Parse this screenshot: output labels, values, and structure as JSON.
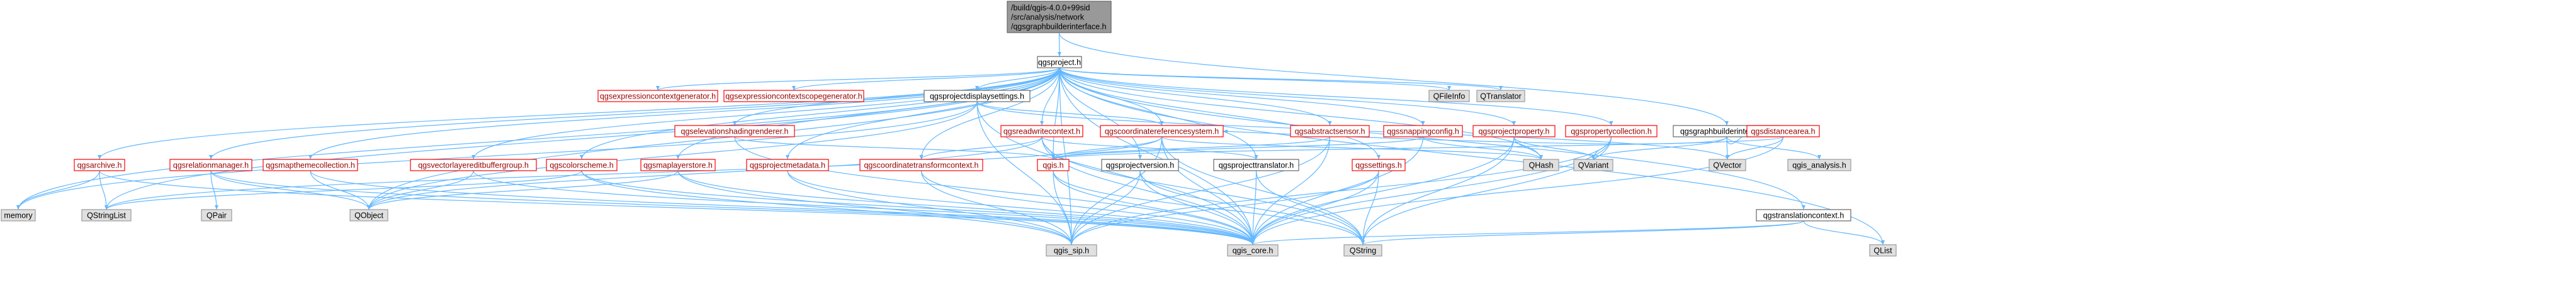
{
  "colors": {
    "root_fill": "#999999",
    "root_stroke": "#666666",
    "root_text": "#000000",
    "internal_fill": "#ffffff",
    "internal_stroke": "#ff0000",
    "internal_text": "#9a0000",
    "plain_fill": "#ffffff",
    "plain_stroke": "#666666",
    "plain_text": "#000000",
    "external_fill": "#e0e0e0",
    "external_stroke": "#999999",
    "external_text": "#000000",
    "edge": "#63b8ff"
  },
  "nodes": [
    {
      "id": "root",
      "kind": "root",
      "lines": [
        "/build/qgis-4.0.0+99sid",
        "/src/analysis/network",
        "/qgsgraphbuilderinterface.h"
      ]
    },
    {
      "id": "qgsproject",
      "kind": "plain",
      "lines": [
        "qgsproject.h"
      ]
    },
    {
      "id": "qgsgraphbuilderinterface",
      "kind": "plain",
      "lines": [
        "qgsgraphbuilderinterface.h"
      ]
    },
    {
      "id": "qgsexpressioncontextgenerator",
      "kind": "internal",
      "lines": [
        "qgsexpressioncontextgenerator.h"
      ]
    },
    {
      "id": "qgsexpressioncontextscopegenerator",
      "kind": "internal",
      "lines": [
        "qgsexpressioncontextscopegenerator.h"
      ]
    },
    {
      "id": "qgsprojectdisplaysettings",
      "kind": "plain",
      "lines": [
        "qgsprojectdisplaysettings.h"
      ]
    },
    {
      "id": "qfileinfo",
      "kind": "external",
      "lines": [
        "QFileInfo"
      ]
    },
    {
      "id": "qtranslator",
      "kind": "external",
      "lines": [
        "QTranslator"
      ]
    },
    {
      "id": "qgis_analysis",
      "kind": "external",
      "lines": [
        "qgis_analysis.h"
      ]
    },
    {
      "id": "qgsreadwritecontext",
      "kind": "internal",
      "lines": [
        "qgsreadwritecontext.h"
      ]
    },
    {
      "id": "qgscoordinatereferencesystem",
      "kind": "internal",
      "lines": [
        "qgscoordinatereferencesystem.h"
      ]
    },
    {
      "id": "qgsabstractsensor",
      "kind": "internal",
      "lines": [
        "qgsabstractsensor.h"
      ]
    },
    {
      "id": "qgssnappingconfig",
      "kind": "internal",
      "lines": [
        "qgssnappingconfig.h"
      ]
    },
    {
      "id": "qgsprojectproperty",
      "kind": "internal",
      "lines": [
        "qgsprojectproperty.h"
      ]
    },
    {
      "id": "qgspropertycollection",
      "kind": "internal",
      "lines": [
        "qgspropertycollection.h"
      ]
    },
    {
      "id": "qgsdistancearea",
      "kind": "internal",
      "lines": [
        "qgsdistancearea.h"
      ]
    },
    {
      "id": "qgselevationshadingrenderer",
      "kind": "internal",
      "lines": [
        "qgselevationshadingrenderer.h"
      ]
    },
    {
      "id": "qgsarchive",
      "kind": "internal",
      "lines": [
        "qgsarchive.h"
      ]
    },
    {
      "id": "qgsrelationmanager",
      "kind": "internal",
      "lines": [
        "qgsrelationmanager.h"
      ]
    },
    {
      "id": "qgsmapthemecollection",
      "kind": "internal",
      "lines": [
        "qgsmapthemecollection.h"
      ]
    },
    {
      "id": "qgsvectorlayereditbuffergroup",
      "kind": "internal",
      "lines": [
        "qgsvectorlayereditbuffergroup.h"
      ]
    },
    {
      "id": "qgscolorscheme",
      "kind": "internal",
      "lines": [
        "qgscolorscheme.h"
      ]
    },
    {
      "id": "qgsmaplayerstore",
      "kind": "internal",
      "lines": [
        "qgsmaplayerstore.h"
      ]
    },
    {
      "id": "qgsprojectmetadata",
      "kind": "internal",
      "lines": [
        "qgsprojectmetadata.h"
      ]
    },
    {
      "id": "qgscoordinatetransformcontext",
      "kind": "internal",
      "lines": [
        "qgscoordinatetransformcontext.h"
      ]
    },
    {
      "id": "qgis",
      "kind": "internal",
      "lines": [
        "qgis.h"
      ]
    },
    {
      "id": "qgsprojectversion",
      "kind": "plain",
      "lines": [
        "qgsprojectversion.h"
      ]
    },
    {
      "id": "qgsprojecttranslator",
      "kind": "plain",
      "lines": [
        "qgsprojecttranslator.h"
      ]
    },
    {
      "id": "qgssettings",
      "kind": "internal",
      "lines": [
        "qgssettings.h"
      ]
    },
    {
      "id": "qhash",
      "kind": "external",
      "lines": [
        "QHash"
      ]
    },
    {
      "id": "qvariant",
      "kind": "external",
      "lines": [
        "QVariant"
      ]
    },
    {
      "id": "qvector",
      "kind": "external",
      "lines": [
        "QVector"
      ]
    },
    {
      "id": "qgstranslationcontext",
      "kind": "plain",
      "lines": [
        "qgstranslationcontext.h"
      ]
    },
    {
      "id": "memory",
      "kind": "external",
      "lines": [
        "memory"
      ]
    },
    {
      "id": "qstringlist",
      "kind": "external",
      "lines": [
        "QStringList"
      ]
    },
    {
      "id": "qpair",
      "kind": "external",
      "lines": [
        "QPair"
      ]
    },
    {
      "id": "qobject",
      "kind": "external",
      "lines": [
        "QObject"
      ]
    },
    {
      "id": "qgis_sip",
      "kind": "external",
      "lines": [
        "qgis_sip.h"
      ]
    },
    {
      "id": "qgis_core",
      "kind": "external",
      "lines": [
        "qgis_core.h"
      ]
    },
    {
      "id": "qstring",
      "kind": "external",
      "lines": [
        "QString"
      ]
    },
    {
      "id": "qlist",
      "kind": "external",
      "lines": [
        "QList"
      ]
    }
  ],
  "edges": [
    [
      "root",
      "qgsproject"
    ],
    [
      "root",
      "qgsgraphbuilderinterface"
    ],
    [
      "qgsgraphbuilderinterface",
      "qgis_analysis"
    ],
    [
      "qgsgraphbuilderinterface",
      "qgscoordinatereferencesystem"
    ],
    [
      "qgsgraphbuilderinterface",
      "qgsdistancearea"
    ],
    [
      "qgsgraphbuilderinterface",
      "qvariant"
    ],
    [
      "qgsgraphbuilderinterface",
      "qvector"
    ],
    [
      "qgsproject",
      "qgsexpressioncontextgenerator"
    ],
    [
      "qgsproject",
      "qgsexpressioncontextscopegenerator"
    ],
    [
      "qgsproject",
      "qgsprojectdisplaysettings"
    ],
    [
      "qgsproject",
      "qfileinfo"
    ],
    [
      "qgsproject",
      "qtranslator"
    ],
    [
      "qgsproject",
      "qgsreadwritecontext"
    ],
    [
      "qgsproject",
      "qgscoordinatereferencesystem"
    ],
    [
      "qgsproject",
      "qgsabstractsensor"
    ],
    [
      "qgsproject",
      "qgssnappingconfig"
    ],
    [
      "qgsproject",
      "qgsprojectproperty"
    ],
    [
      "qgsproject",
      "qgspropertycollection"
    ],
    [
      "qgsproject",
      "qgselevationshadingrenderer"
    ],
    [
      "qgsproject",
      "qgsarchive"
    ],
    [
      "qgsproject",
      "qgsrelationmanager"
    ],
    [
      "qgsproject",
      "qgsmapthemecollection"
    ],
    [
      "qgsproject",
      "qgsvectorlayereditbuffergroup"
    ],
    [
      "qgsproject",
      "qgscolorscheme"
    ],
    [
      "qgsproject",
      "qgsmaplayerstore"
    ],
    [
      "qgsproject",
      "qgsprojectmetadata"
    ],
    [
      "qgsproject",
      "qgscoordinatetransformcontext"
    ],
    [
      "qgsproject",
      "qgis"
    ],
    [
      "qgsproject",
      "qgsprojectversion"
    ],
    [
      "qgsproject",
      "qgsprojecttranslator"
    ],
    [
      "qgsproject",
      "qgssettings"
    ],
    [
      "qgsproject",
      "qhash"
    ],
    [
      "qgsproject",
      "qgstranslationcontext"
    ],
    [
      "qgsproject",
      "memory"
    ],
    [
      "qgsproject",
      "qstringlist"
    ],
    [
      "qgsproject",
      "qobject"
    ],
    [
      "qgsproject",
      "qgis_sip"
    ],
    [
      "qgsproject",
      "qgis_core"
    ],
    [
      "qgsproject",
      "qlist"
    ],
    [
      "qgsprojectdisplaysettings",
      "qgscoordinatereferencesystem"
    ],
    [
      "qgsprojectdisplaysettings",
      "qobject"
    ],
    [
      "qgsprojectdisplaysettings",
      "qgis_sip"
    ],
    [
      "qgsprojectdisplaysettings",
      "qgis_core"
    ],
    [
      "qgsprojectdisplaysettings",
      "memory"
    ],
    [
      "qgsprojectdisplaysettings",
      "qvector"
    ],
    [
      "qgsreadwritecontext",
      "qgscoordinatetransformcontext"
    ],
    [
      "qgsreadwritecontext",
      "qgis"
    ],
    [
      "qgsreadwritecontext",
      "qgsprojecttranslator"
    ],
    [
      "qgsreadwritecontext",
      "qgis_core"
    ],
    [
      "qgsreadwritecontext",
      "qstring"
    ],
    [
      "qgsreadwritecontext",
      "qobject"
    ],
    [
      "qgscoordinatereferencesystem",
      "qgis"
    ],
    [
      "qgscoordinatereferencesystem",
      "qstring"
    ],
    [
      "qgscoordinatereferencesystem",
      "qgis_core"
    ],
    [
      "qgscoordinatereferencesystem",
      "qstringlist"
    ],
    [
      "qgscoordinatereferencesystem",
      "qhash"
    ],
    [
      "qgscoordinatereferencesystem",
      "qgis_sip"
    ],
    [
      "qgsabstractsensor",
      "qgis"
    ],
    [
      "qgsabstractsensor",
      "qgis_core"
    ],
    [
      "qgsabstractsensor",
      "qgis_sip"
    ],
    [
      "qgssnappingconfig",
      "qgis"
    ],
    [
      "qgssnappingconfig",
      "qgis_core"
    ],
    [
      "qgssnappingconfig",
      "qhash"
    ],
    [
      "qgsprojectproperty",
      "qhash"
    ],
    [
      "qgsprojectproperty",
      "qvariant"
    ],
    [
      "qgsprojectproperty",
      "qgis_core"
    ],
    [
      "qgsprojectproperty",
      "qstring"
    ],
    [
      "qgspropertycollection",
      "qvariant"
    ],
    [
      "qgspropertycollection",
      "qgis_core"
    ],
    [
      "qgspropertycollection",
      "qgis_sip"
    ],
    [
      "qgspropertycollection",
      "qstring"
    ],
    [
      "qgsdistancearea",
      "qvector"
    ],
    [
      "qgsdistancearea",
      "qgis_core"
    ],
    [
      "qgsdistancearea",
      "qgis"
    ],
    [
      "qgselevationshadingrenderer",
      "qgis"
    ],
    [
      "qgselevationshadingrenderer",
      "qgis_core"
    ],
    [
      "qgsarchive",
      "qgis_core"
    ],
    [
      "qgsarchive",
      "memory"
    ],
    [
      "qgsarchive",
      "qstringlist"
    ],
    [
      "qgsrelationmanager",
      "qgis_core"
    ],
    [
      "qgsrelationmanager",
      "qpair"
    ],
    [
      "qgsrelationmanager",
      "qobject"
    ],
    [
      "qgsmapthemecollection",
      "qgis_core"
    ],
    [
      "qgsmapthemecollection",
      "qobject"
    ],
    [
      "qgsvectorlayereditbuffergroup",
      "qgis_core"
    ],
    [
      "qgsvectorlayereditbuffergroup",
      "qobject"
    ],
    [
      "qgscolorscheme",
      "qgis_core"
    ],
    [
      "qgscolorscheme",
      "qgis_sip"
    ],
    [
      "qgscolorscheme",
      "qstringlist"
    ],
    [
      "qgsmaplayerstore",
      "qgis_core"
    ],
    [
      "qgsmaplayerstore",
      "qgis_sip"
    ],
    [
      "qgsmaplayerstore",
      "qobject"
    ],
    [
      "qgsprojectmetadata",
      "qgis_core"
    ],
    [
      "qgsprojectmetadata",
      "qgis_sip"
    ],
    [
      "qgscoordinatetransformcontext",
      "qgis_core"
    ],
    [
      "qgscoordinatetransformcontext",
      "qgis_sip"
    ],
    [
      "qgis",
      "qgis_sip"
    ],
    [
      "qgis",
      "qgis_core"
    ],
    [
      "qgis",
      "qstring"
    ],
    [
      "qgsprojectversion",
      "qgis_core"
    ],
    [
      "qgsprojectversion",
      "qgis_sip"
    ],
    [
      "qgsprojectversion",
      "qstring"
    ],
    [
      "qgsprojecttranslator",
      "qgis_core"
    ],
    [
      "qgsprojecttranslator",
      "qstring"
    ],
    [
      "qgssettings",
      "qgis_core"
    ],
    [
      "qgssettings",
      "qgis_sip"
    ],
    [
      "qgssettings",
      "qstring"
    ],
    [
      "qgstranslationcontext",
      "qgis_core"
    ],
    [
      "qgstranslationcontext",
      "qlist"
    ],
    [
      "qgstranslationcontext",
      "qstring"
    ]
  ]
}
